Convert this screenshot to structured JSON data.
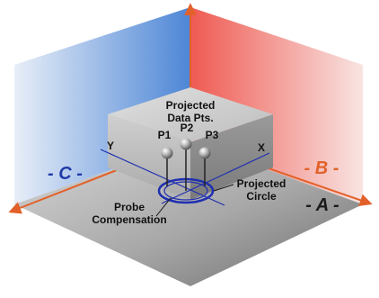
{
  "labels": {
    "projected_data_pts_line1": "Projected",
    "projected_data_pts_line2": "Data Pts.",
    "p1": "P1",
    "p2": "P2",
    "p3": "P3",
    "axis_x": "X",
    "axis_y": "Y",
    "projected_circle_line1": "Projected",
    "projected_circle_line2": "Circle",
    "probe_comp_line1": "Probe",
    "probe_comp_line2": "Compensation",
    "plane_a": "- A -",
    "plane_b": "- B -",
    "plane_c": "- C -"
  },
  "colors": {
    "plane_c": "#4d86d6",
    "plane_b": "#ef5a52",
    "plane_a": "#8f8f8f",
    "axis_lines": "#e2612a",
    "projection_lines": "#1f2fb0",
    "plane_c_label": "#1f3aa8",
    "plane_b_label": "#e2612a"
  }
}
